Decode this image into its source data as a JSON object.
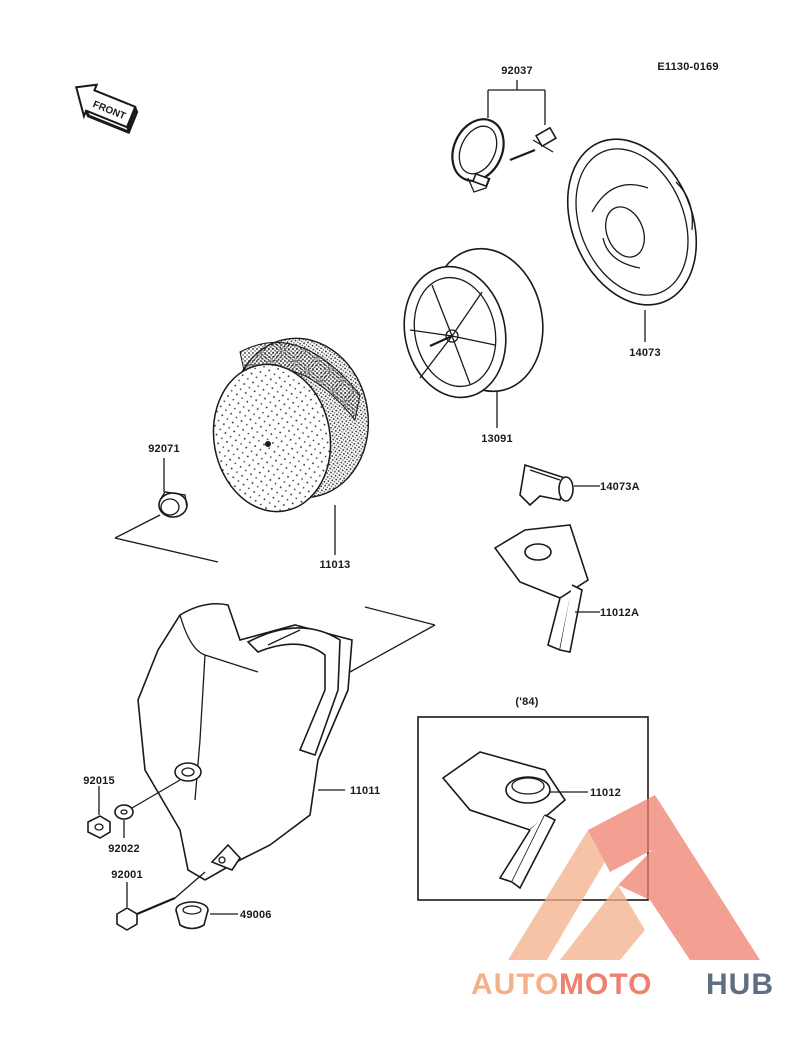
{
  "diagram_code": "E1130-0169",
  "front_label": "FRONT",
  "variant_label": "('84)",
  "watermark": {
    "text_auto": "AUTO",
    "text_moto": "MOTO",
    "text_hub": "HUB",
    "color_light": "#f5b08a",
    "color_mid": "#ef7f6e",
    "color_dark": "#5f6f7f"
  },
  "parts": {
    "p92037": "92037",
    "p14073": "14073",
    "p13091": "13091",
    "p14073A": "14073A",
    "p92071": "92071",
    "p11013": "11013",
    "p11012A": "11012A",
    "p11011": "11011",
    "p11012": "11012",
    "p92015": "92015",
    "p92022": "92022",
    "p92001": "92001",
    "p49006": "49006"
  }
}
